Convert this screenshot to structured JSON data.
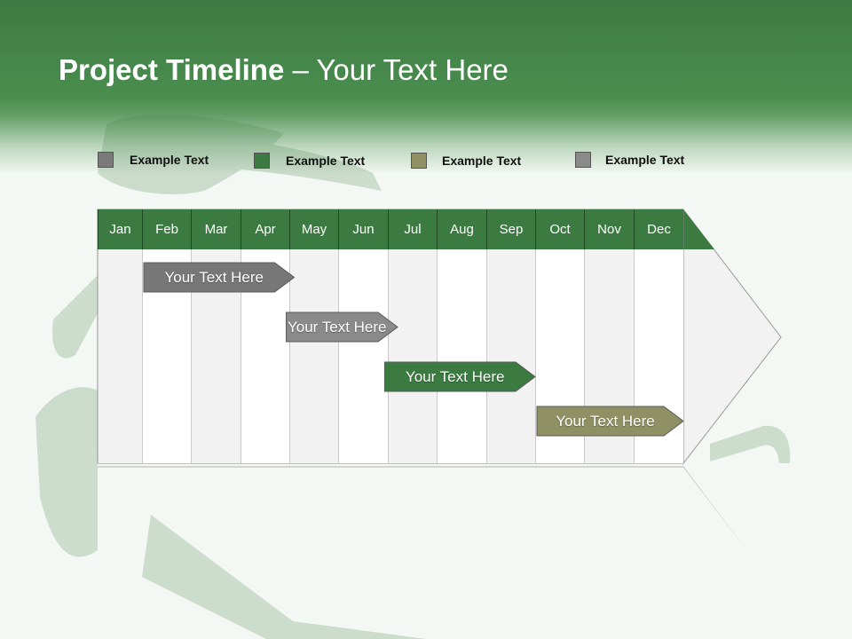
{
  "slide": {
    "title_bold": "Project Timeline",
    "title_rest": " – Your Text Here"
  },
  "legend": [
    {
      "label": "Example Text",
      "color": "#7a7a7a"
    },
    {
      "label": "Example Text",
      "color": "#3b7a40"
    },
    {
      "label": "Example Text",
      "color": "#8f9064"
    },
    {
      "label": "Example Text",
      "color": "#8a8a8a"
    }
  ],
  "timeline": {
    "months": [
      "Jan",
      "Feb",
      "Mar",
      "Apr",
      "May",
      "Jun",
      "Jul",
      "Aug",
      "Sep",
      "Oct",
      "Nov",
      "Dec"
    ],
    "header_color": "#3b7a40",
    "bars": [
      {
        "label": "Your  Text Here",
        "start_month": 1,
        "end_month": 4.1,
        "color": "#777777"
      },
      {
        "label": "Your  Text Here",
        "start_month": 3.9,
        "end_month": 6.2,
        "color": "#8a8a8a"
      },
      {
        "label": "Your  Text Here",
        "start_month": 5.9,
        "end_month": 9.0,
        "color": "#3b7a40"
      },
      {
        "label": "Your  Text Here",
        "start_month": 9.0,
        "end_month": 12.0,
        "color": "#8f9064"
      }
    ]
  }
}
